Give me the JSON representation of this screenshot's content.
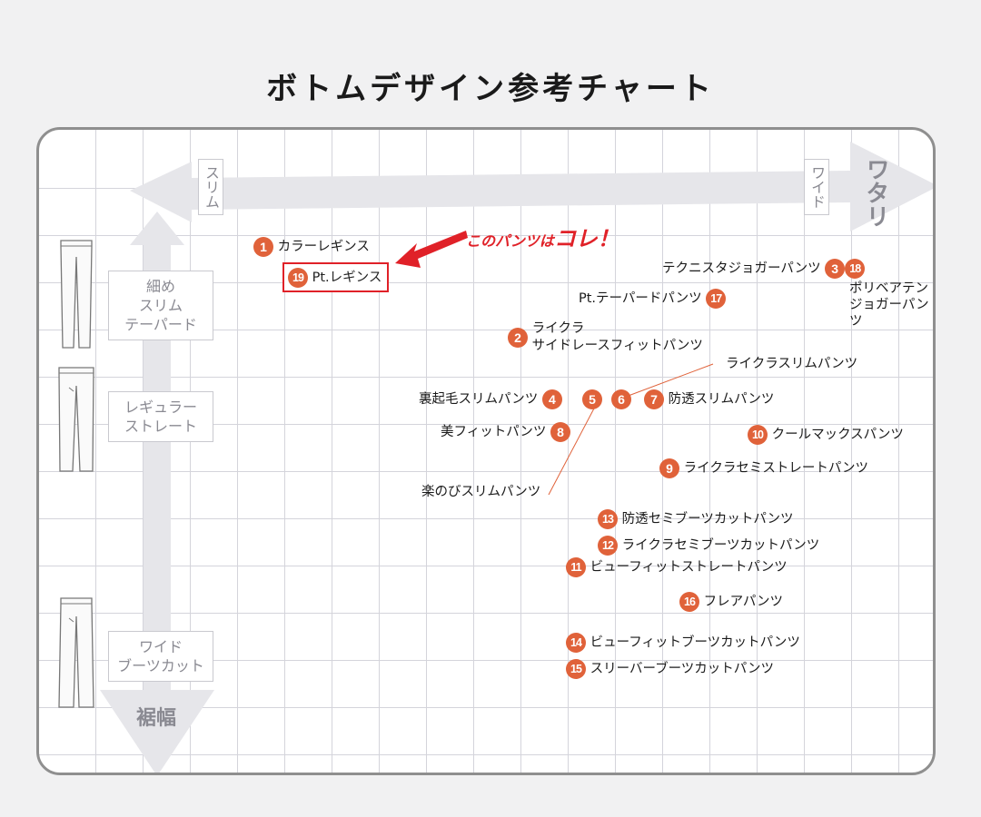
{
  "title": "ボトムデザイン参考チャート",
  "axes": {
    "left_label": "スリム",
    "right_label": "ワイド",
    "right_bold": "ワタリ",
    "bottom_bold": "裾幅"
  },
  "rows": [
    {
      "label": "細め\nスリム\nテーパード"
    },
    {
      "label": "レギュラー\nストレート"
    },
    {
      "label": "ワイド\nブーツカット"
    }
  ],
  "callout": {
    "prefix": "このパンツは",
    "emphasis": "コレ！"
  },
  "highlighted": {
    "number": "19",
    "name": "Pt.レギンス"
  },
  "items": [
    {
      "number": "1",
      "name": "カラーレギンス"
    },
    {
      "number": "2",
      "name": "ライクラ\nサイドレースフィットパンツ"
    },
    {
      "number": "3",
      "name": ""
    },
    {
      "number": "18",
      "name": "ポリベアテン\nジョガーパンツ"
    },
    {
      "number": "3_18_label",
      "name": "テクニスタジョガーパンツ"
    },
    {
      "number": "17",
      "name": "Pt.テーパードパンツ"
    },
    {
      "number": "4",
      "name": "裏起毛スリムパンツ"
    },
    {
      "number": "5",
      "name": "楽のびスリムパンツ"
    },
    {
      "number": "6",
      "name": "ライクラスリムパンツ"
    },
    {
      "number": "7",
      "name": "防透スリムパンツ"
    },
    {
      "number": "8",
      "name": "美フィットパンツ"
    },
    {
      "number": "9",
      "name": "ライクラセミストレートパンツ"
    },
    {
      "number": "10",
      "name": "クールマックスパンツ"
    },
    {
      "number": "11",
      "name": "ビューフィットストレートパンツ"
    },
    {
      "number": "12",
      "name": "ライクラセミブーツカットパンツ"
    },
    {
      "number": "13",
      "name": "防透セミブーツカットパンツ"
    },
    {
      "number": "14",
      "name": "ビューフィットブーツカットパンツ"
    },
    {
      "number": "15",
      "name": "スリーバーブーツカットパンツ"
    },
    {
      "number": "16",
      "name": "フレアパンツ"
    }
  ]
}
